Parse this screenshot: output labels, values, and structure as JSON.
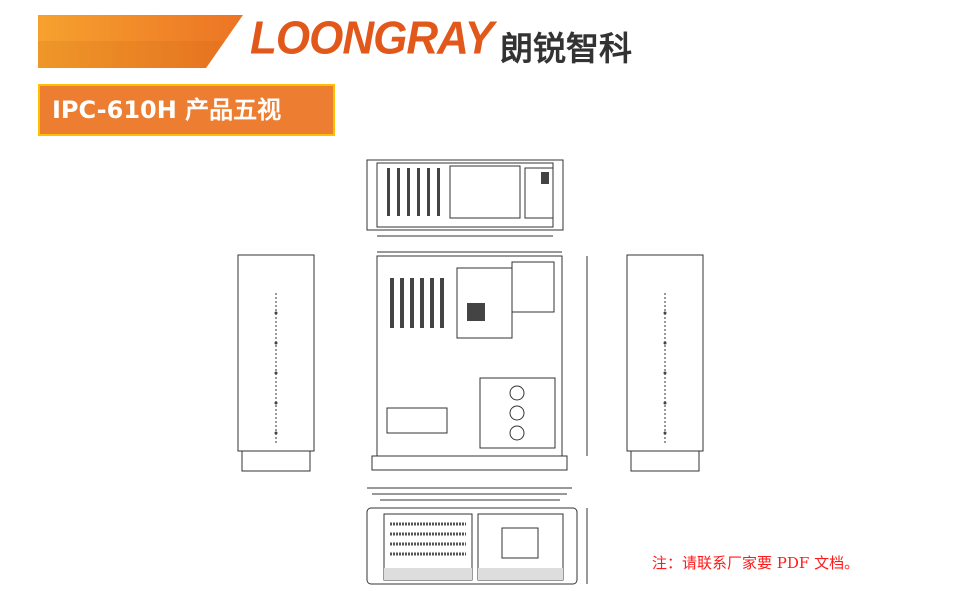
{
  "header": {
    "logo_text": "LOONGRAY",
    "logo_cn": "朗锐智科",
    "brand_color": "#E2581B"
  },
  "title": "IPC-610H  产品五视",
  "note": "注：请联系厂家要 PDF 文档。",
  "views": [
    "top-view",
    "left-view",
    "front-view",
    "right-view",
    "bottom-view"
  ]
}
